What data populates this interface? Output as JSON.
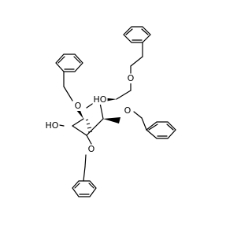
{
  "molecule": {
    "atoms": {
      "o_top": "O",
      "oh_upper": "HO",
      "o_mid_right": "O",
      "o_mid_left": "O",
      "oh_left": "HO",
      "o_bottom": "O"
    }
  },
  "colors": {
    "bond": "#000000",
    "background": "#ffffff"
  }
}
